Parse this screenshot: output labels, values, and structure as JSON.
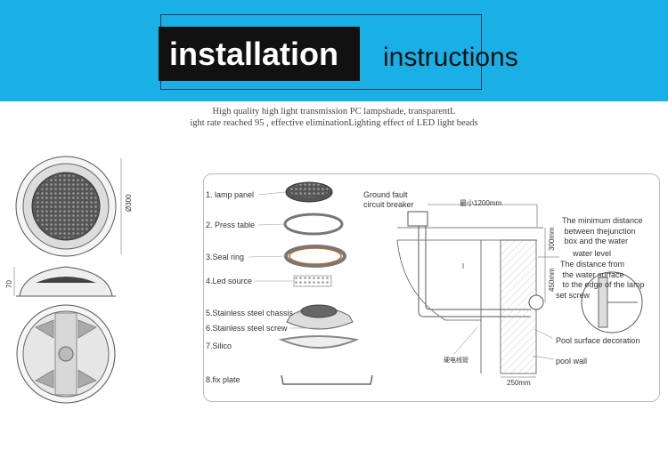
{
  "header": {
    "title_main": "installation",
    "title_sub": "instructions"
  },
  "tagline": {
    "line1": "High quality high light transmission PC lampshade, transparentL",
    "line2": "ight rate reached 95 , effective eliminationLighting effect of LED light beads"
  },
  "lamp_views": {
    "diameter_label": "Ø300",
    "height_label": "70"
  },
  "parts": [
    {
      "label": "1. lamp panel"
    },
    {
      "label": "2. Press table"
    },
    {
      "label": "3.Seal ring"
    },
    {
      "label": "4.Led source"
    },
    {
      "label": "5.Stainless steel chassis"
    },
    {
      "label": "6.Stainless steel screw"
    },
    {
      "label": "7.Silico"
    },
    {
      "label": "8.fix plate"
    }
  ],
  "pool_diagram": {
    "ground_fault": "Ground fault\ncircuit breaker",
    "min_length": "最小1200mm",
    "dim_300": "300mm",
    "dim_450": "450mm",
    "dim_250": "250mm",
    "min_distance": "The minimum distance\n between thejunction\n box and the water",
    "water_level": "water level",
    "distance_from": "The distance from\n the water surface\n to the edge of the lamp",
    "set_screw": "set screw",
    "pool_surface": "Pool surface decoration",
    "pool_wall": "pool wall",
    "conduit": "硬电线管"
  },
  "colors": {
    "banner": "#1ab0e6",
    "title_box": "#111111"
  }
}
